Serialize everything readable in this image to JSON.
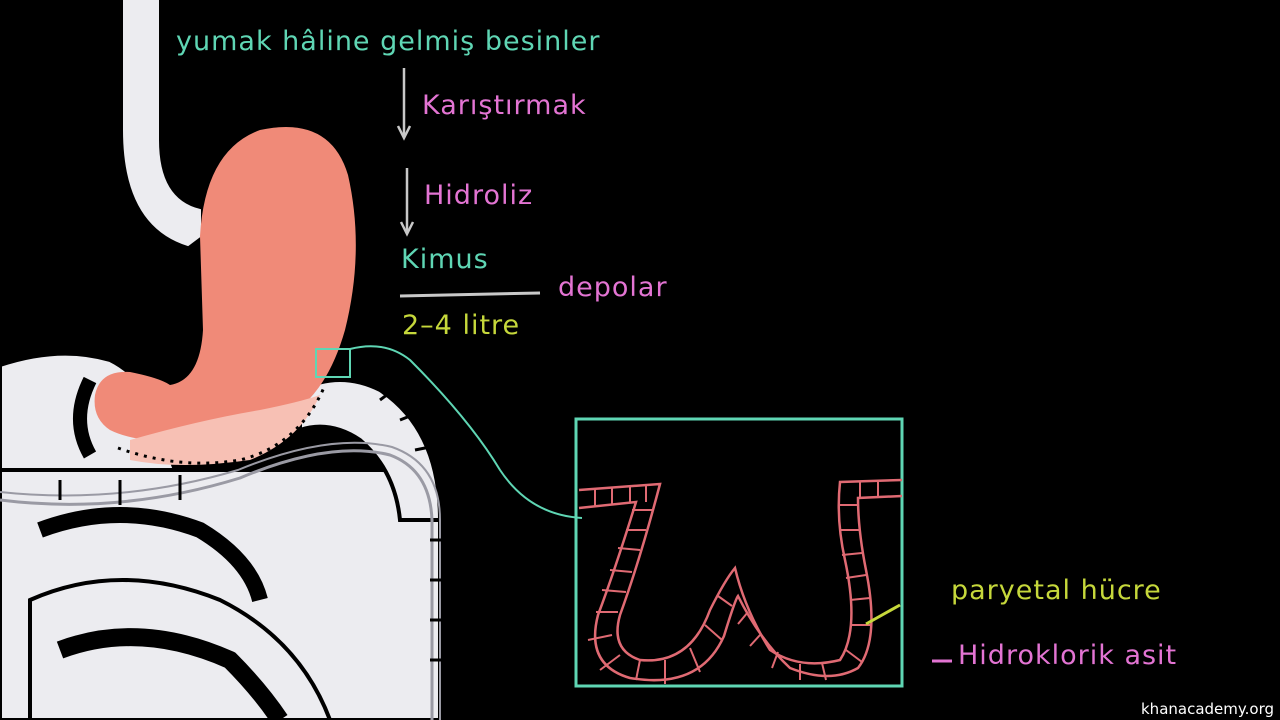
{
  "labels": {
    "food_bolus": "yumak hâline gelmiş besinler",
    "mixing": "Karıştırmak",
    "hydrolysis": "Hidroliz",
    "chyme": "Kimus",
    "stores": "depolar",
    "capacity": "2–4 litre",
    "parietal_cell": "paryetal hücre",
    "hydrochloric_acid": "Hidroklorik asit"
  },
  "watermark": "khanacademy.org",
  "colors": {
    "background": "#000000",
    "stomach": "#f08a78",
    "intestine": "#ececf0",
    "teal_ink": "#5fd6b4",
    "pink_ink": "#e374d3",
    "yellow_ink": "#c6d83b",
    "epithelium": "#e06a73"
  }
}
